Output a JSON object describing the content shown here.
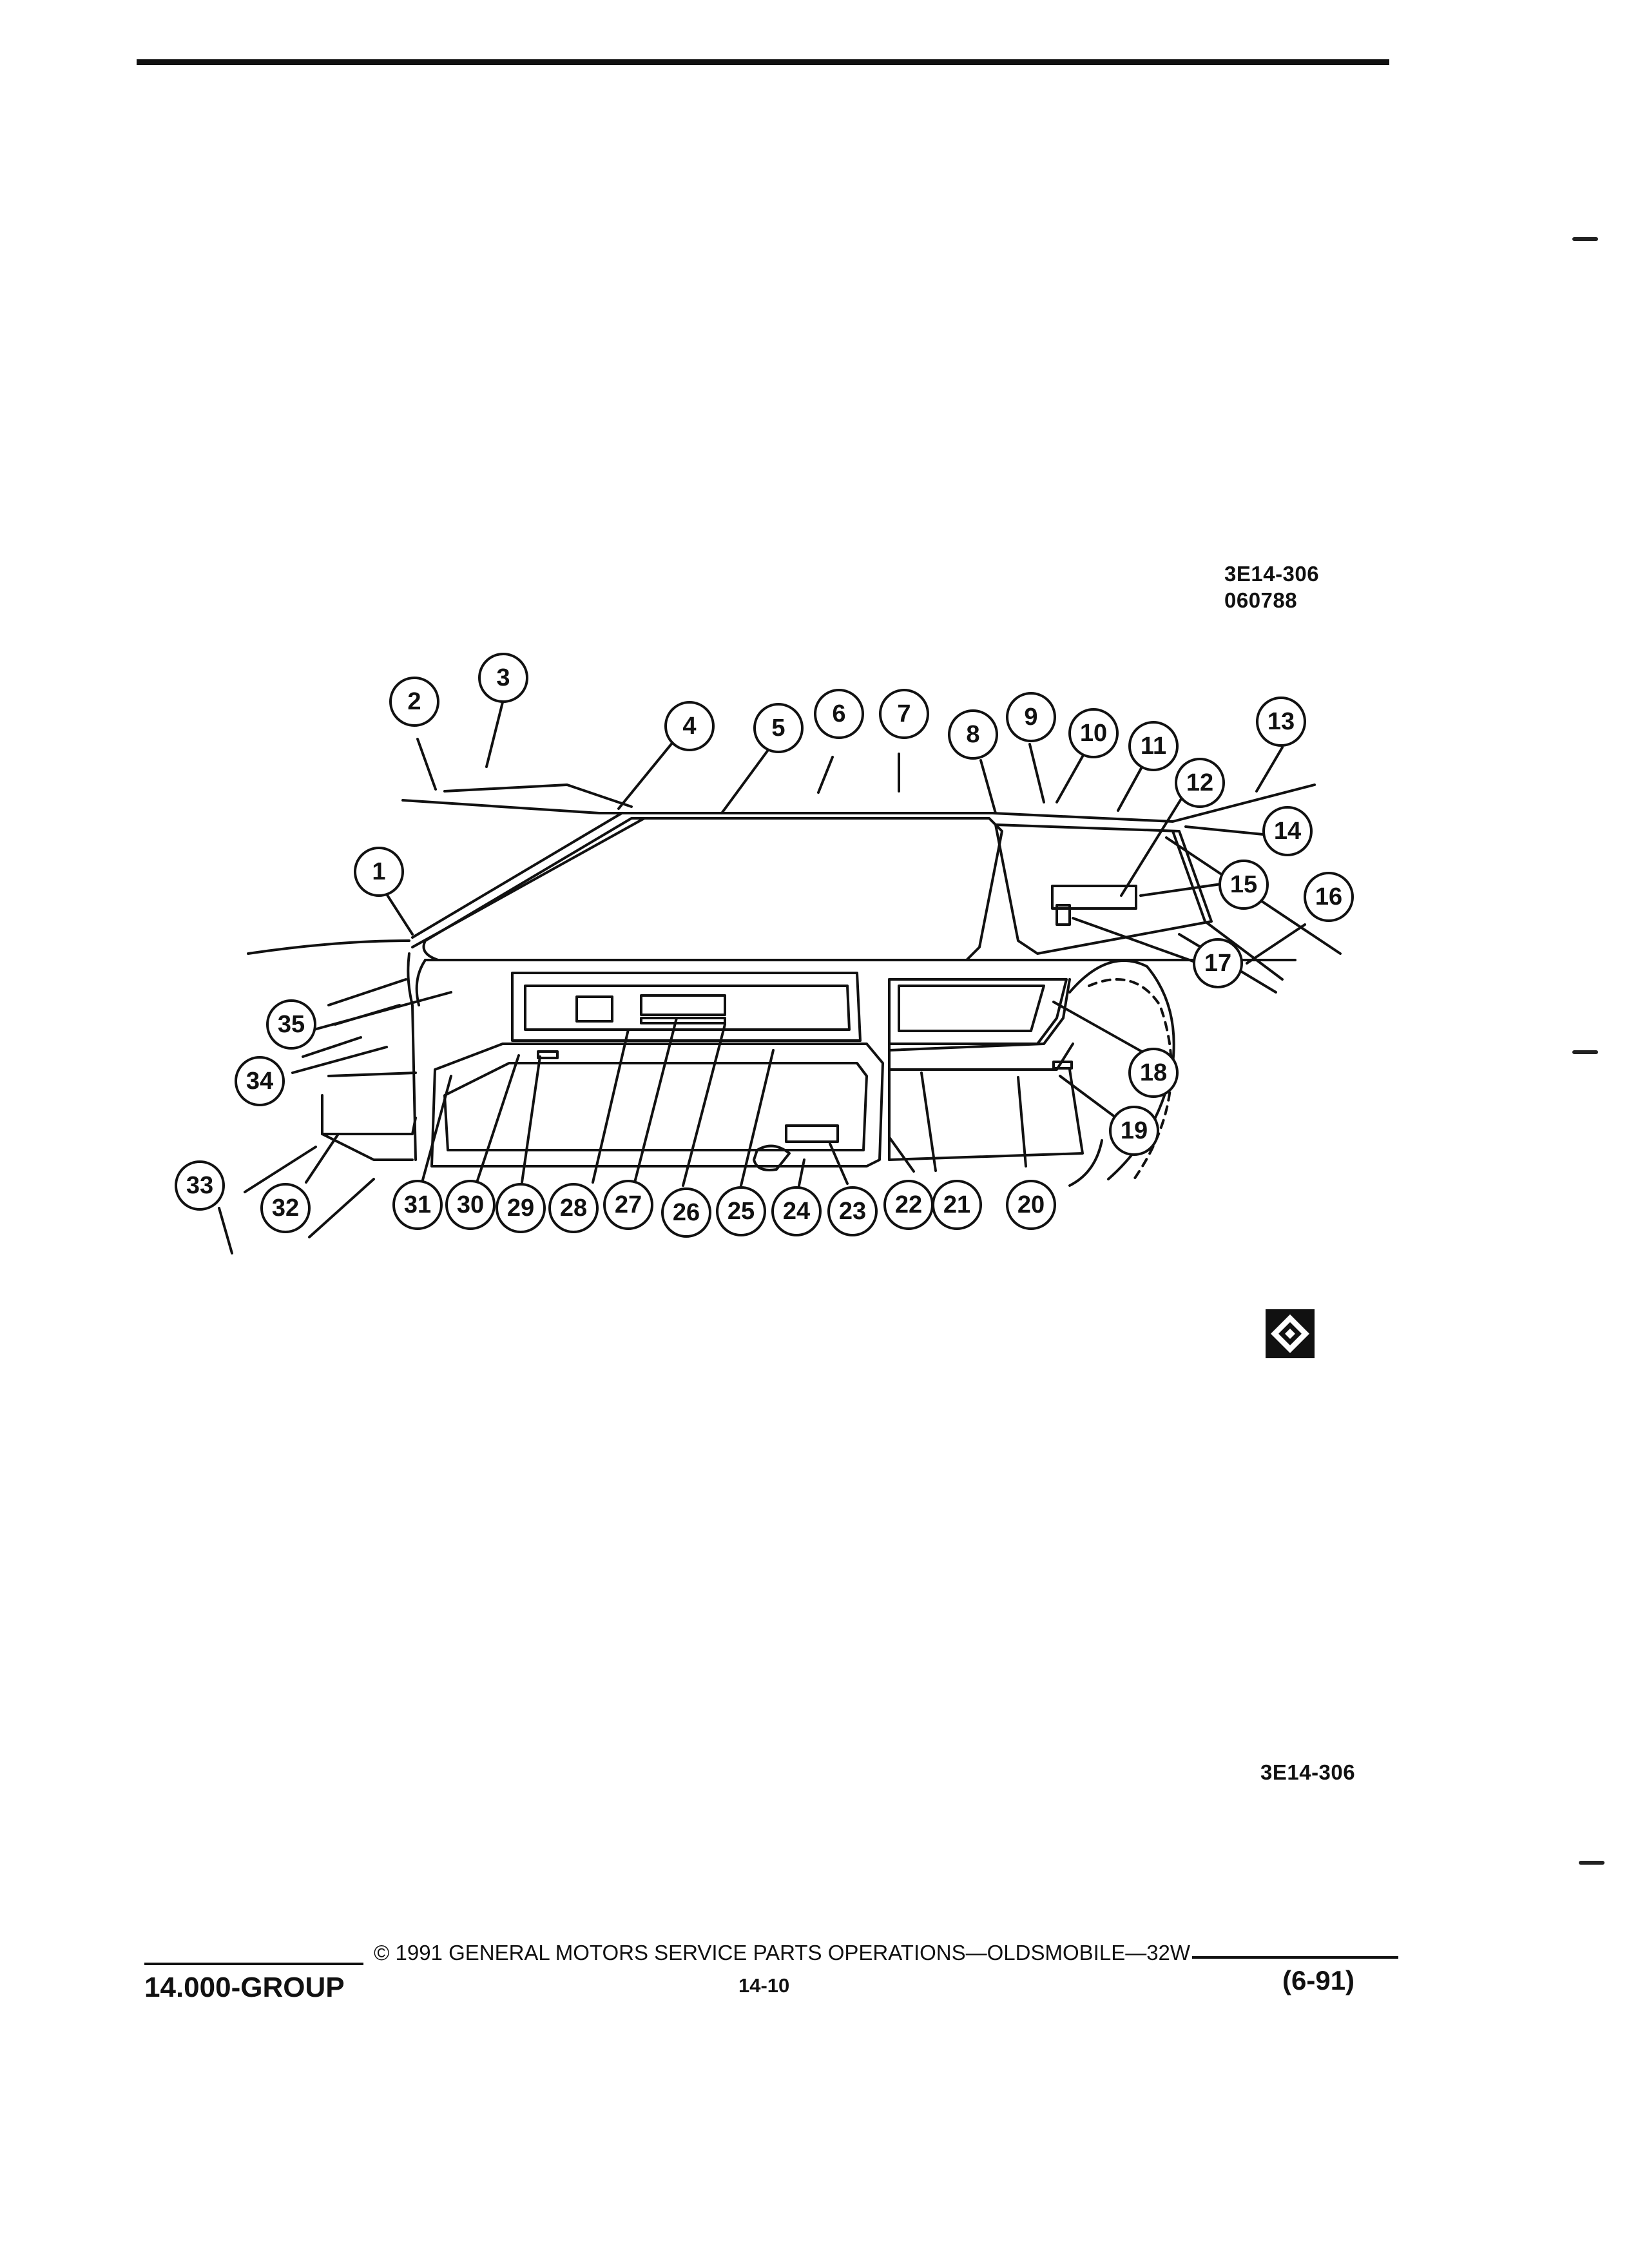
{
  "figure_code": {
    "line1": "3E14-306",
    "line2": "060788"
  },
  "bottom_code": "3E14-306",
  "callouts": [
    "1",
    "2",
    "3",
    "4",
    "5",
    "6",
    "7",
    "8",
    "9",
    "10",
    "11",
    "12",
    "13",
    "14",
    "15",
    "16",
    "17",
    "18",
    "19",
    "20",
    "21",
    "22",
    "23",
    "24",
    "25",
    "26",
    "27",
    "28",
    "29",
    "30",
    "31",
    "32",
    "33",
    "34",
    "35"
  ],
  "footer": {
    "copyright": "© 1991 GENERAL MOTORS SERVICE PARTS OPERATIONS—OLDSMOBILE—32W",
    "group": "14.000-GROUP",
    "page": "14-10",
    "date": "(6-91)"
  },
  "colors": {
    "ink": "#111111",
    "paper": "#ffffff"
  }
}
